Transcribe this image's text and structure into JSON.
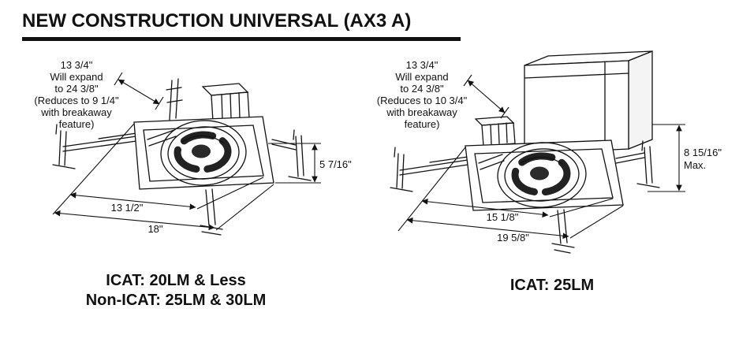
{
  "title": "NEW CONSTRUCTION UNIVERSAL (AX3 A)",
  "colors": {
    "ink": "#111111",
    "background": "#ffffff"
  },
  "figures": {
    "left": {
      "note": {
        "line1": "13 3/4\"",
        "line2": "Will expand",
        "line3": "to 24 3/8\"",
        "line4": "(Reduces to 9 1/4\"",
        "line5": "with breakaway",
        "line6": "feature)"
      },
      "dimensions": {
        "height": "5 7/16\"",
        "inner_width": "13 1/2\"",
        "outer_width": "18\""
      },
      "caption": {
        "line1": "ICAT: 20LM & Less",
        "line2": "Non-ICAT: 25LM & 30LM"
      }
    },
    "right": {
      "note": {
        "line1": "13 3/4\"",
        "line2": "Will expand",
        "line3": "to 24 3/8\"",
        "line4": "(Reduces to 10 3/4\"",
        "line5": "with breakaway",
        "line6": "feature)"
      },
      "dimensions": {
        "height": "8 15/16\"",
        "height_note": "Max.",
        "inner_width": "15 1/8\"",
        "outer_width": "19 5/8\""
      },
      "caption": {
        "line1": "ICAT: 25LM"
      }
    }
  }
}
